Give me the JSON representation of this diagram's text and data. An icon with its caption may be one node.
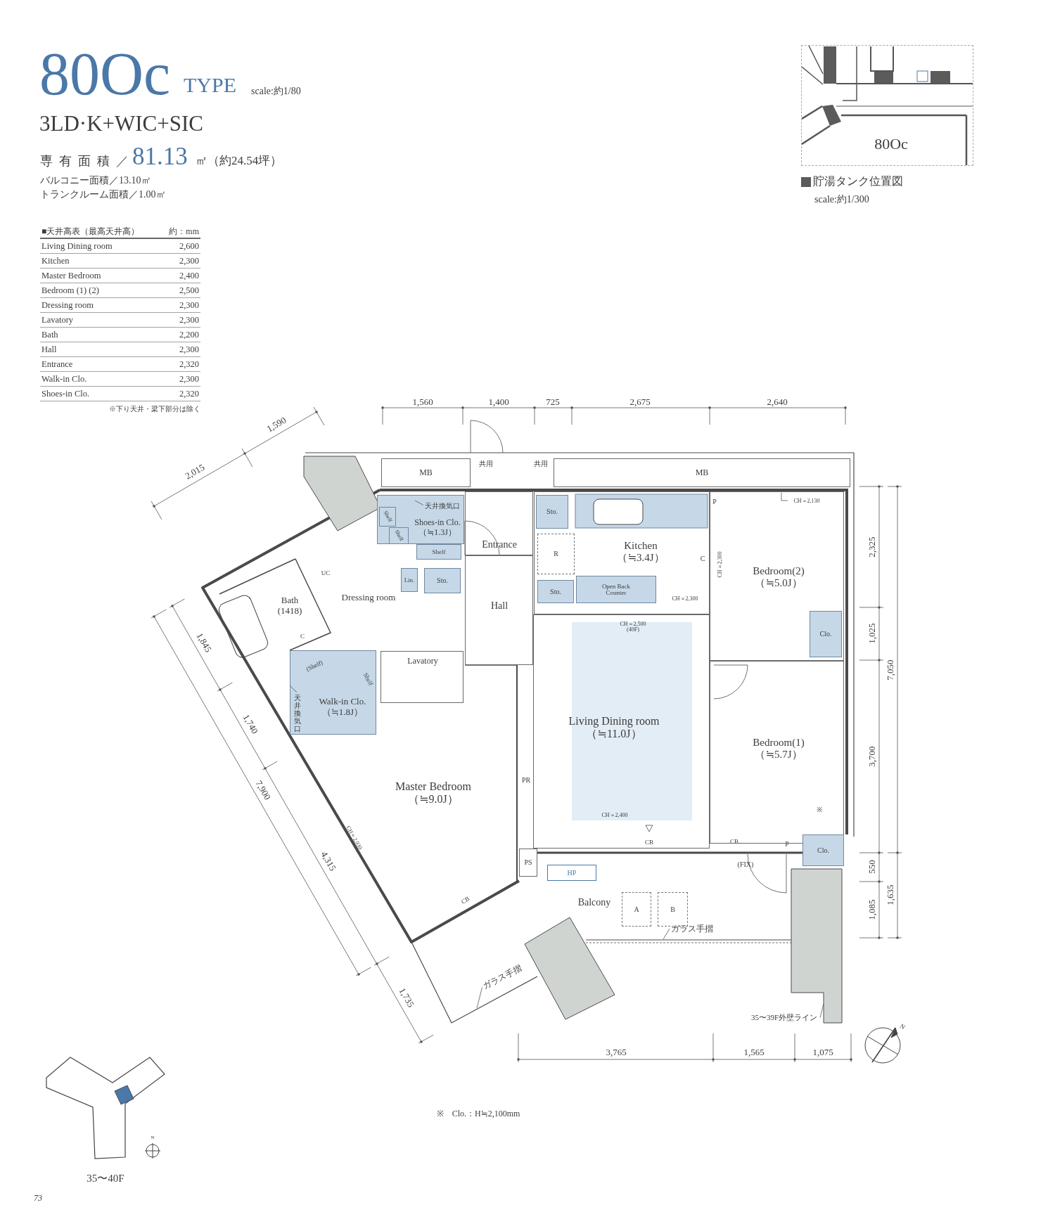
{
  "diagram": {
    "title": "80Oc",
    "nodes": [
      {
        "text": [
          "80Oc"
        ]
      },
      {
        "text": [
          "MB"
        ]
      },
      {
        "text": [
          "MB"
        ]
      },
      {
        "text": [
          "Shoes-in Clo.",
          "（≒1.3J）"
        ]
      },
      {
        "text": [
          "Shelf"
        ],
        "in": 3
      },
      {
        "text": [
          "Shelf"
        ],
        "in": 3
      },
      {
        "text": [
          "Shelf"
        ]
      },
      {
        "text": [
          "Entrance"
        ]
      },
      {
        "text": [
          "Kitchen",
          "（≒3.4J）"
        ]
      },
      {
        "text": [
          "Sto."
        ],
        "in": 8
      },
      {
        "text": [
          "R"
        ],
        "in": 8
      },
      {
        "text": [
          "Bedroom(2)",
          "（≒5.0J）"
        ]
      },
      {
        "text": [
          "Bath",
          "(1418)"
        ]
      },
      {
        "text": [
          "Dressing room"
        ]
      },
      {
        "text": [
          "Lin."
        ]
      },
      {
        "text": [
          "Sto."
        ]
      },
      {
        "text": [
          "Hall"
        ]
      },
      {
        "text": [
          "Sto."
        ],
        "in": 8
      },
      {
        "text": [
          "Open Back Counter"
        ],
        "in": 8
      },
      {
        "text": [
          "Clo."
        ],
        "in": 11
      },
      {
        "text": [
          "Lavatory"
        ]
      },
      {
        "text": [
          "Walk-in Clo.",
          "（≒1.8J）"
        ]
      },
      {
        "text": [
          "(Shelf)"
        ],
        "in": 21
      },
      {
        "text": [
          "Shelf"
        ],
        "in": 21
      },
      {
        "text": [
          "Living Dining room",
          "（≒11.0J）"
        ]
      },
      {
        "text": [
          "Bedroom(1)",
          "（≒5.7J）"
        ]
      },
      {
        "text": [
          "Master Bedroom",
          "（≒9.0J）"
        ]
      },
      {
        "text": [
          "PS"
        ]
      },
      {
        "text": [
          "Clo."
        ]
      },
      {
        "text": [
          "Balcony"
        ]
      },
      {
        "text": [
          "HP"
        ],
        "in": 29
      },
      {
        "text": [
          "A"
        ],
        "in": 29
      },
      {
        "text": [
          "B"
        ],
        "in": 29
      },
      {
        "text": [
          "天井換気口"
        ],
        "in": 3
      },
      {
        "text": [
          "天井換気口"
        ],
        "in": 21
      },
      {
        "text": [
          "CH＝2,130"
        ],
        "in": 11
      },
      {
        "text": [
          "ガラス手摺"
        ],
        "in": 29
      },
      {
        "text": [
          "ガラス手摺"
        ]
      },
      {
        "text": [
          "35〜39F外壁ライン"
        ]
      }
    ],
    "edges": [
      {
        "from": 33,
        "to": null,
        "arrow": "none"
      },
      {
        "from": 34,
        "to": null,
        "arrow": "none"
      },
      {
        "from": 35,
        "to": null,
        "arrow": "none"
      },
      {
        "from": 36,
        "to": null,
        "arrow": "none"
      },
      {
        "from": 37,
        "to": null,
        "arrow": "none"
      },
      {
        "from": 38,
        "to": null,
        "arrow": "none"
      }
    ],
    "labels": [
      "TYPE",
      "scale:約1/80",
      "3LD·K+WIC+SIC",
      "専有面積／",
      "81.13",
      "㎡（約24.54坪）",
      "バルコニー面積／13.10㎡",
      "トランクルーム面積／1.00㎡",
      "■天井高表（最高天井高）",
      "約：mm",
      "Living Dining room",
      "2,600",
      "Kitchen",
      "2,300",
      "Master Bedroom",
      "2,400",
      "Bedroom (1) (2)",
      "2,500",
      "Dressing room",
      "2,300",
      "Lavatory",
      "2,300",
      "Bath",
      "2,200",
      "Hall",
      "2,300",
      "Entrance",
      "2,320",
      "Walk-in Clo.",
      "2,300",
      "Shoes-in Clo.",
      "2,320",
      "※下り天井・梁下部分は除く",
      "scale:約1/300",
      "1,560",
      "1,400",
      "725",
      "2,675",
      "2,640",
      "2,015",
      "1,590",
      "1,845",
      "1,740",
      "7,900",
      "4,315",
      "1,735",
      "2,325",
      "1,025",
      "7,050",
      "3,700",
      "550",
      "1,085",
      "1,635",
      "3,765",
      "1,565",
      "1,075",
      "共用",
      "共用",
      "P",
      "C",
      "CH＝2,300",
      "CH＝2,300",
      "CH＝2,500 (40F)",
      "UC",
      "C",
      "PR",
      "CH＝2,400",
      "CH＝2,030",
      "CB",
      "CB",
      "CB",
      "(FIX)",
      "P",
      "※",
      "※　Clo.：H≒2,100mm",
      "35〜40F",
      "73",
      "N",
      "N"
    ],
    "legend": [
      {
        "text": "貯湯タンク位置図",
        "color": "#5b5b5b"
      }
    ]
  }
}
